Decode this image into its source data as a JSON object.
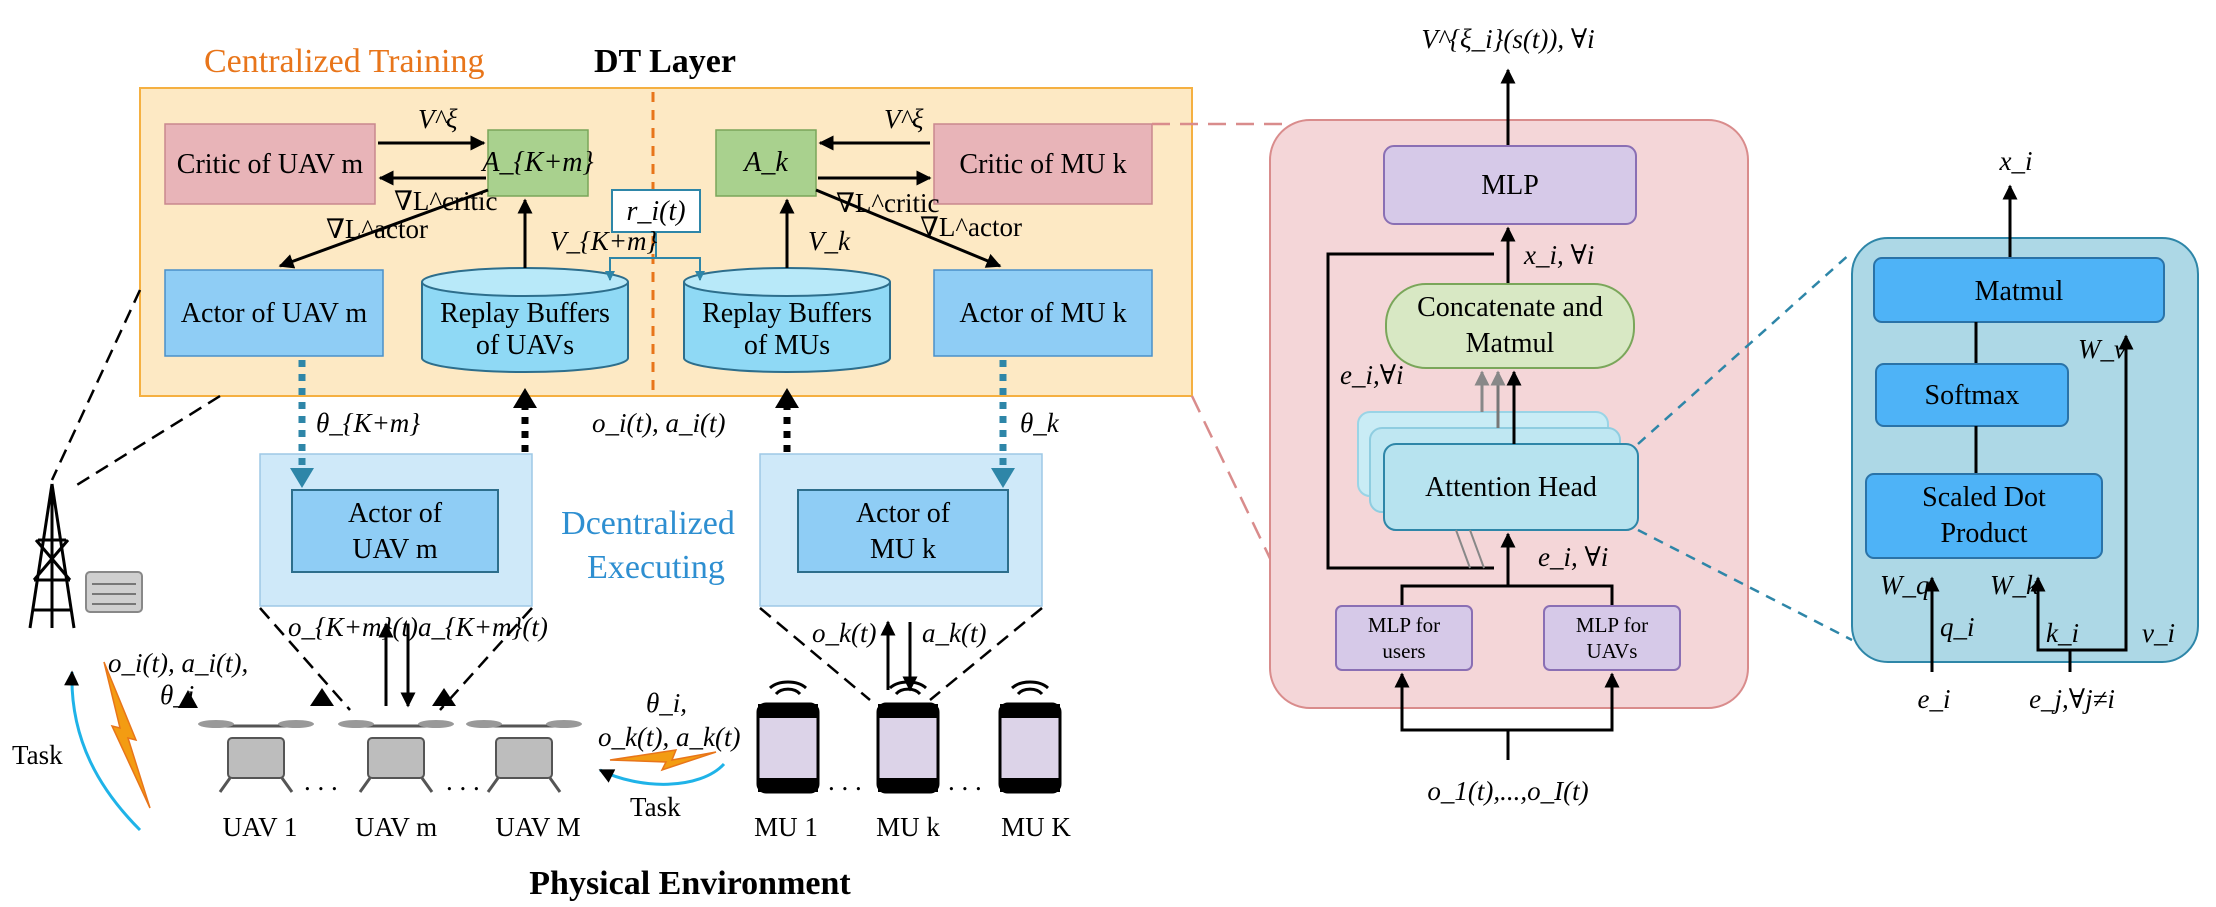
{
  "header": {
    "centralized_training": "Centralized Training",
    "dt_layer": "DT Layer"
  },
  "dt_layer": {
    "critic_uav": "Critic of UAV m",
    "a_k_plus_m": "A_{K+m}",
    "a_k": "A_k",
    "critic_mu": "Critic of MU k",
    "actor_uav": "Actor of UAV m",
    "replay_uavs_line1": "Replay Buffers",
    "replay_uavs_line2": "of UAVs",
    "replay_mus_line1": "Replay Buffers",
    "replay_mus_line2": "of MUs",
    "actor_mu": "Actor of MU k",
    "reward": "r_i(t)",
    "v_xi": "V^ξ",
    "grad_critic": "∇L^critic",
    "grad_actor": "∇L^actor",
    "v_k_plus_m": "V_{K+m}",
    "v_k": "V_k"
  },
  "execution": {
    "theta_k_plus_m": "θ_{K+m}",
    "theta_k": "θ_k",
    "obs_action": "o_i(t), a_i(t)",
    "actor_uav_line1": "Actor of",
    "actor_uav_line2": "UAV m",
    "actor_mu_line1": "Actor of",
    "actor_mu_line2": "MU k",
    "decentralized_line1": "Dcentralized",
    "decentralized_line2": "Executing",
    "o_k_plus_m": "o_{K+m}(t)",
    "a_k_plus_m": "a_{K+m}(t)",
    "o_k": "o_k(t)",
    "a_k": "a_k(t)"
  },
  "physical": {
    "title": "Physical Environment",
    "uav1": "UAV 1",
    "uavm": "UAV m",
    "uavM": "UAV M",
    "mu1": "MU 1",
    "muk": "MU k",
    "muK": "MU K",
    "task_left": "Task",
    "task_mid": "Task",
    "bs_line1": "o_i(t), a_i(t),",
    "bs_line2": "θ_i",
    "mid_line1": "θ_i,",
    "mid_line2": "o_k(t), a_k(t)",
    "dots": ". . ."
  },
  "critic_net": {
    "top_label": "V^{ξ_i}(s(t)), ∀i",
    "mlp": "MLP",
    "x_label": "x_i, ∀i",
    "concat_line1": "Concatenate and",
    "concat_line2": "Matmul",
    "e_label": "e_i,∀i",
    "attention": "Attention Head",
    "e_i_label": "e_i, ∀i",
    "mlp_users_line1": "MLP for",
    "mlp_users_line2": "users",
    "mlp_uavs_line1": "MLP for",
    "mlp_uavs_line2": "UAVs",
    "input_label": "o_1(t),...,o_I(t)"
  },
  "attention_net": {
    "top_label": "x_i",
    "matmul": "Matmul",
    "softmax": "Softmax",
    "scaled_line1": "Scaled Dot",
    "scaled_line2": "Product",
    "wv": "W_v",
    "wq": "W_q",
    "wk": "W_k",
    "qi": "q_i",
    "ki": "k_i",
    "vi": "v_i",
    "ei": "e_i",
    "ej": "e_j,∀j≠i"
  },
  "colors": {
    "dt_bg": "#fde9c4",
    "dt_border": "#f5b041",
    "critic_fill": "#e8b4b8",
    "a_fill": "#a9d18e",
    "actor_fill": "#8fcdf5",
    "cyl_fill": "#8fd9f5",
    "exec_bg": "#cfe9f9",
    "panel_pink": "#f4d6d8",
    "panel_blue": "#add8e6",
    "mlp_purple": "#d6c9e8",
    "concat_green": "#d8e8c4",
    "attn_cyan": "#b7e3ef",
    "blue_box": "#4eb3f7",
    "orange": "#e8751a",
    "teal": "#2e86a8"
  }
}
